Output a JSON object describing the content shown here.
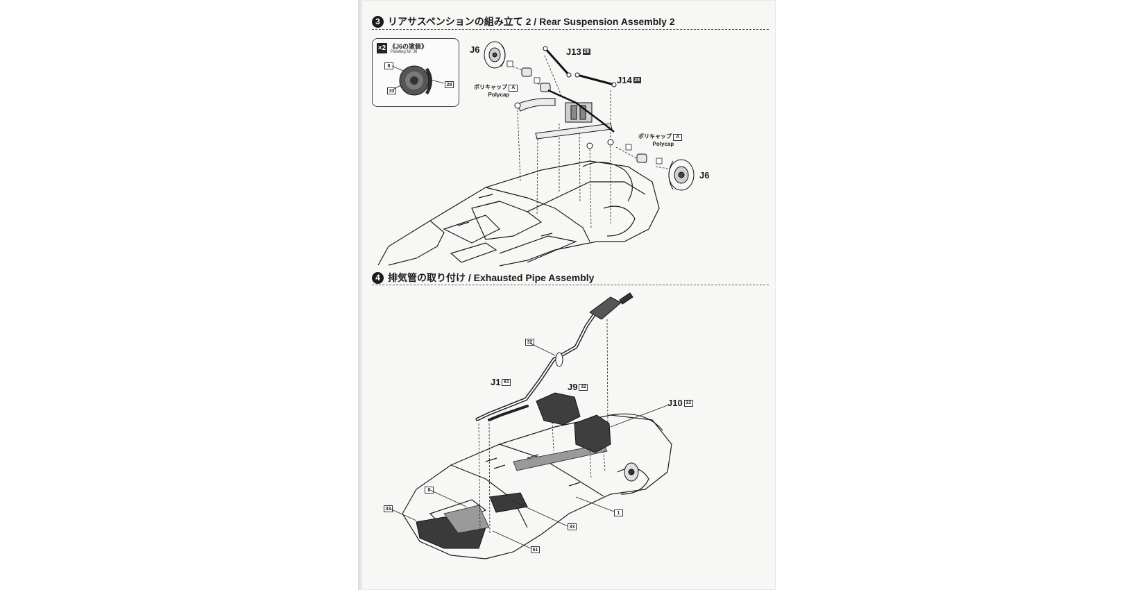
{
  "step3": {
    "number": "3",
    "title": "リアサスペンションの組み立て 2 / Rear Suspension Assembly 2",
    "inset": {
      "multiplier": "×2",
      "title": "《J6の塗装》",
      "subtitle": "Painting for J6",
      "colors": [
        "8",
        "33",
        "28"
      ]
    },
    "labels": {
      "j6_top": "J6",
      "j13": "J13",
      "j13_code": "28",
      "j14": "J14",
      "j14_code": "28",
      "polycap_jp": "ポリキャップ",
      "polycap_en": "Polycap",
      "polycap_chip": "A",
      "j6_right": "J6"
    }
  },
  "step4": {
    "number": "4",
    "title": "排気管の取り付け / Exhausted Pipe Assembly",
    "labels": {
      "pipe_code": "32",
      "j1": "J1",
      "j1_code": "61",
      "j9": "J9",
      "j9_code": "32",
      "j10": "J10",
      "j10_code": "32",
      "c8": "8",
      "c33_left": "33",
      "c1": "1",
      "c33_right": "33",
      "c61": "61"
    }
  }
}
